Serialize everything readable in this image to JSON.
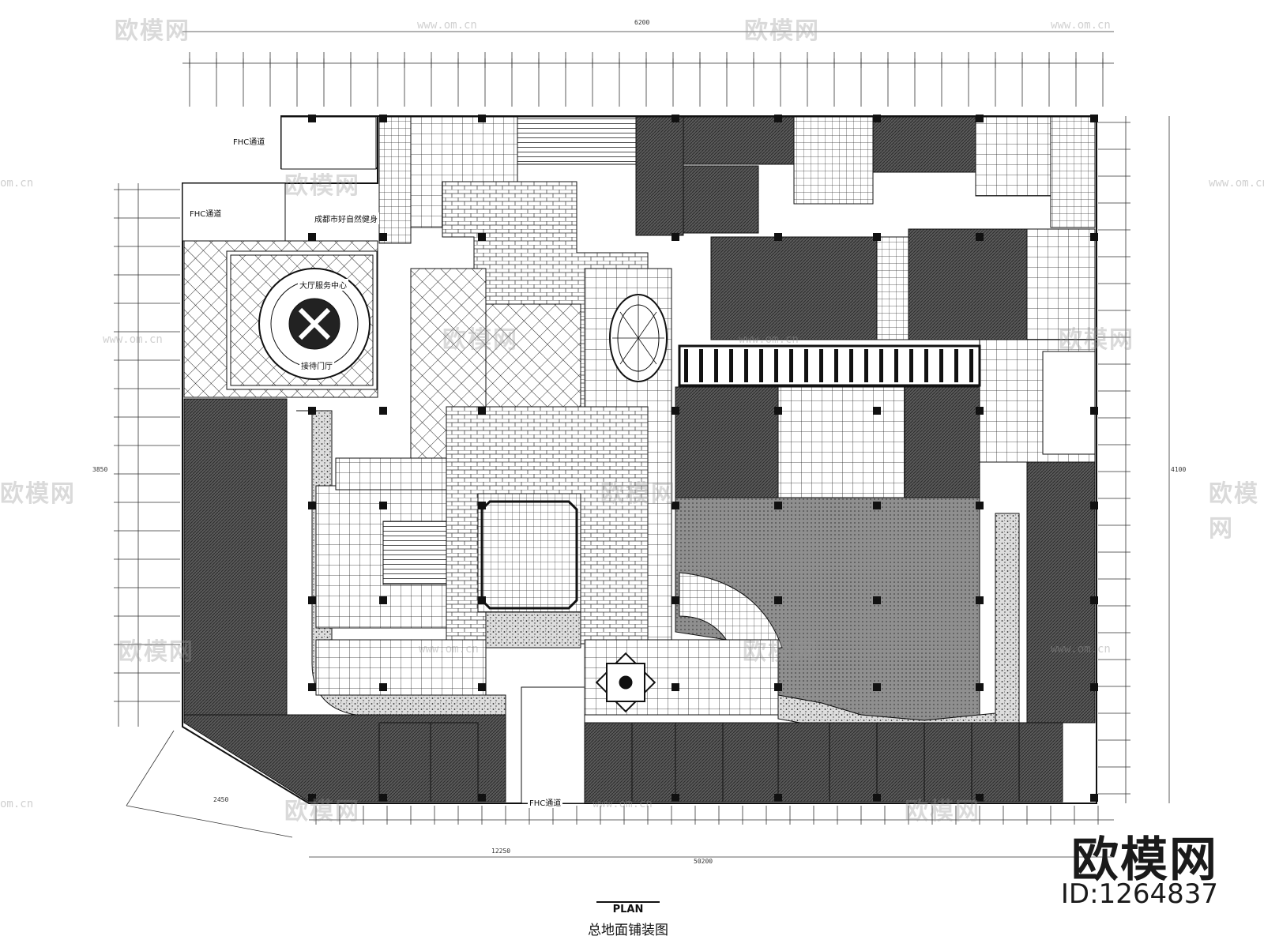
{
  "drawing": {
    "plan_label": "PLAN",
    "caption": "总地面铺装图"
  },
  "watermark": {
    "brand": "欧模网",
    "url": "www.om.cn",
    "url_short": "om.cn",
    "corner_brand": "欧模网",
    "corner_id": "ID:1264837"
  },
  "rooms": {
    "stair_a": "FHC通道",
    "stair_b": "FHC通道",
    "stair_c": "FHC通道",
    "hall_sign": "成都市好自然健身",
    "reception": "大厅服务中心",
    "lobby": "接待门厅"
  },
  "dimensions": {
    "top_total": "6200",
    "bottom_total": "50200",
    "bottom_sub": "12250",
    "right_total": "4100",
    "left_total": "3850",
    "diag": "2450"
  },
  "colors": {
    "line": "#111111",
    "hatch_dark": "#4a4a4a",
    "hatch_mid": "#8a8a8a",
    "paper": "#ffffff"
  }
}
